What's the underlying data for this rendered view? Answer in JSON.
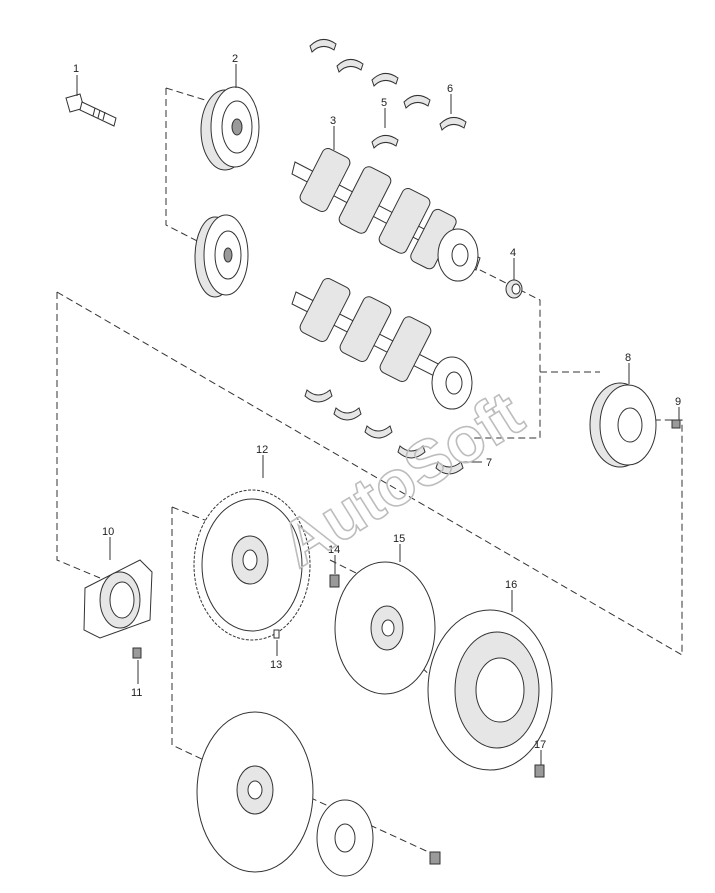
{
  "diagram": {
    "watermark": "AutoSoft",
    "callouts": [
      {
        "id": "c1",
        "label": "1"
      },
      {
        "id": "c2",
        "label": "2"
      },
      {
        "id": "c3",
        "label": "3"
      },
      {
        "id": "c4",
        "label": "4"
      },
      {
        "id": "c5",
        "label": "5"
      },
      {
        "id": "c6",
        "label": "6"
      },
      {
        "id": "c7",
        "label": "7"
      },
      {
        "id": "c8",
        "label": "8"
      },
      {
        "id": "c9",
        "label": "9"
      },
      {
        "id": "c10",
        "label": "10"
      },
      {
        "id": "c11",
        "label": "11"
      },
      {
        "id": "c12",
        "label": "12"
      },
      {
        "id": "c13",
        "label": "13"
      },
      {
        "id": "c14",
        "label": "14"
      },
      {
        "id": "c15",
        "label": "15"
      },
      {
        "id": "c16",
        "label": "16"
      },
      {
        "id": "c17",
        "label": "17"
      }
    ]
  }
}
